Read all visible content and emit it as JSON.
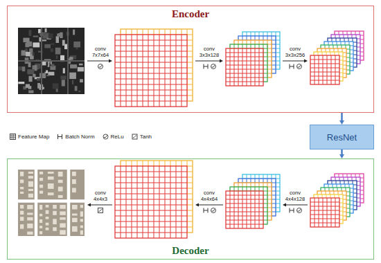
{
  "diagram": {
    "nodes": [
      {
        "text": [
          "Encoder"
        ]
      },
      {
        "text": [
          "ResNet"
        ]
      },
      {
        "text": [
          "Decoder"
        ]
      }
    ],
    "edges": [
      {
        "from": 0,
        "to": 1,
        "arrow": "to"
      },
      {
        "from": 1,
        "to": 2,
        "arrow": "to"
      }
    ],
    "labels": [
      "conv",
      "7x7x64",
      "conv",
      "3x3x128",
      "conv",
      "3x3x256",
      "conv",
      "4x4x3",
      "conv",
      "4x4x64",
      "conv",
      "4x4x128"
    ],
    "legend": [
      {
        "text": "Feature Map"
      },
      {
        "text": "Batch Norm"
      },
      {
        "text": "ReLu"
      },
      {
        "text": "Tanh"
      }
    ]
  }
}
